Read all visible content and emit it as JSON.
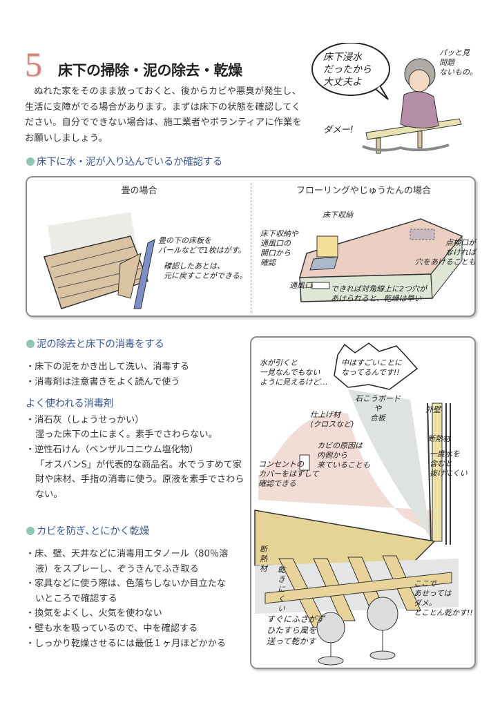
{
  "header": {
    "number": "5",
    "title": "床下の掃除・泥の除去・乾燥"
  },
  "intro": "ぬれた家をそのまま放っておくと、後からカビや悪臭が発生し、生活に支障がでる場合があります。まずは床下の状態を確認してください。自分でできない場合は、施工業者やボランティアに作業をお願いしましょう。",
  "top_illustration": {
    "speech": "床下浸水\nだったから\n大丈夫よ",
    "thought": "パッと見\n問題\nないもの。",
    "shout": "ダメー!"
  },
  "section1": {
    "heading": "床下に水・泥が入り込んでいるか確認する",
    "left": {
      "caption": "畳の場合",
      "note1": "畳の下の床板を\nバールなどで1枚はがす。",
      "note2": "確認したあとは、\n元に戻すことができる。"
    },
    "right": {
      "caption": "フローリングやじゅうたんの場合",
      "storage": "床下収納",
      "note1": "床下収納や\n通風口の\n開口から\n確認",
      "vent": "通風口",
      "hatch": "点検口が\nなければ\n穴をあけることも",
      "note2": "できれば対角線上に2つ穴が\nあけられると、乾燥は早い"
    }
  },
  "section2": {
    "heading": "泥の除去と床下の消毒をする",
    "bullets": [
      "・床下の泥をかき出して洗い、消毒する",
      "・消毒剤は注意書きをよく読んで使う"
    ],
    "subheading": "よく使われる消毒剤",
    "items": [
      {
        "name": "・消石灰（しょうせっかい）",
        "desc": "湿った床下の土にまく。素手でさわらない。"
      },
      {
        "name": "・逆性石けん（ベンザルコニウム塩化物）",
        "desc": "「オスバンS」が代表的な商品名。水でうすめて家財や床材、手指の消毒に使う。原液を素手でさわらない。"
      }
    ]
  },
  "section3": {
    "heading": "カビを防ぎ､とにかく乾燥",
    "bullets": [
      "・床、壁、天井などに消毒用エタノール（80％溶液）をスプレーし、ぞうきんでふき取る",
      "・家具などに使う際は、色落ちしないか目立たないところで確認する",
      "・換気をよくし、火気を使わない",
      "・壁も水を吸っているので、中を確認する",
      "・しっかり乾燥させるには最低１ヶ月ほどかかる"
    ]
  },
  "wall_illustration": {
    "note_left": "水が引くと\n一見なんでもない\nように見えるけど…",
    "bubble": "中はすごいことに\nなってるんです!!",
    "board": "石こうボード\nや\n合板",
    "finish": "仕上げ材\n(クロスなど)",
    "exterior": "外壁",
    "insulation": "断熱材",
    "insulation_note": "一度水を\n含むと\n抜けにくい",
    "mold": "カビの原因は\n内側から\n来ていることも",
    "outlet": "コンセントの\nカバーをはずして\n確認できる",
    "floor_insulation": "断\n熱\n材",
    "hard_dry": "乾\nき\nに\nく\nい",
    "fan_note": "すぐにふさがず\nひたすら風を\n送って乾かす",
    "rush_note": "ここで\nあせっては\nダメ。\nとことん乾かす!!"
  },
  "colors": {
    "accent_number": "#d98078",
    "heading_blue": "#3c5a99",
    "bullet_teal": "#8ec8b3"
  }
}
